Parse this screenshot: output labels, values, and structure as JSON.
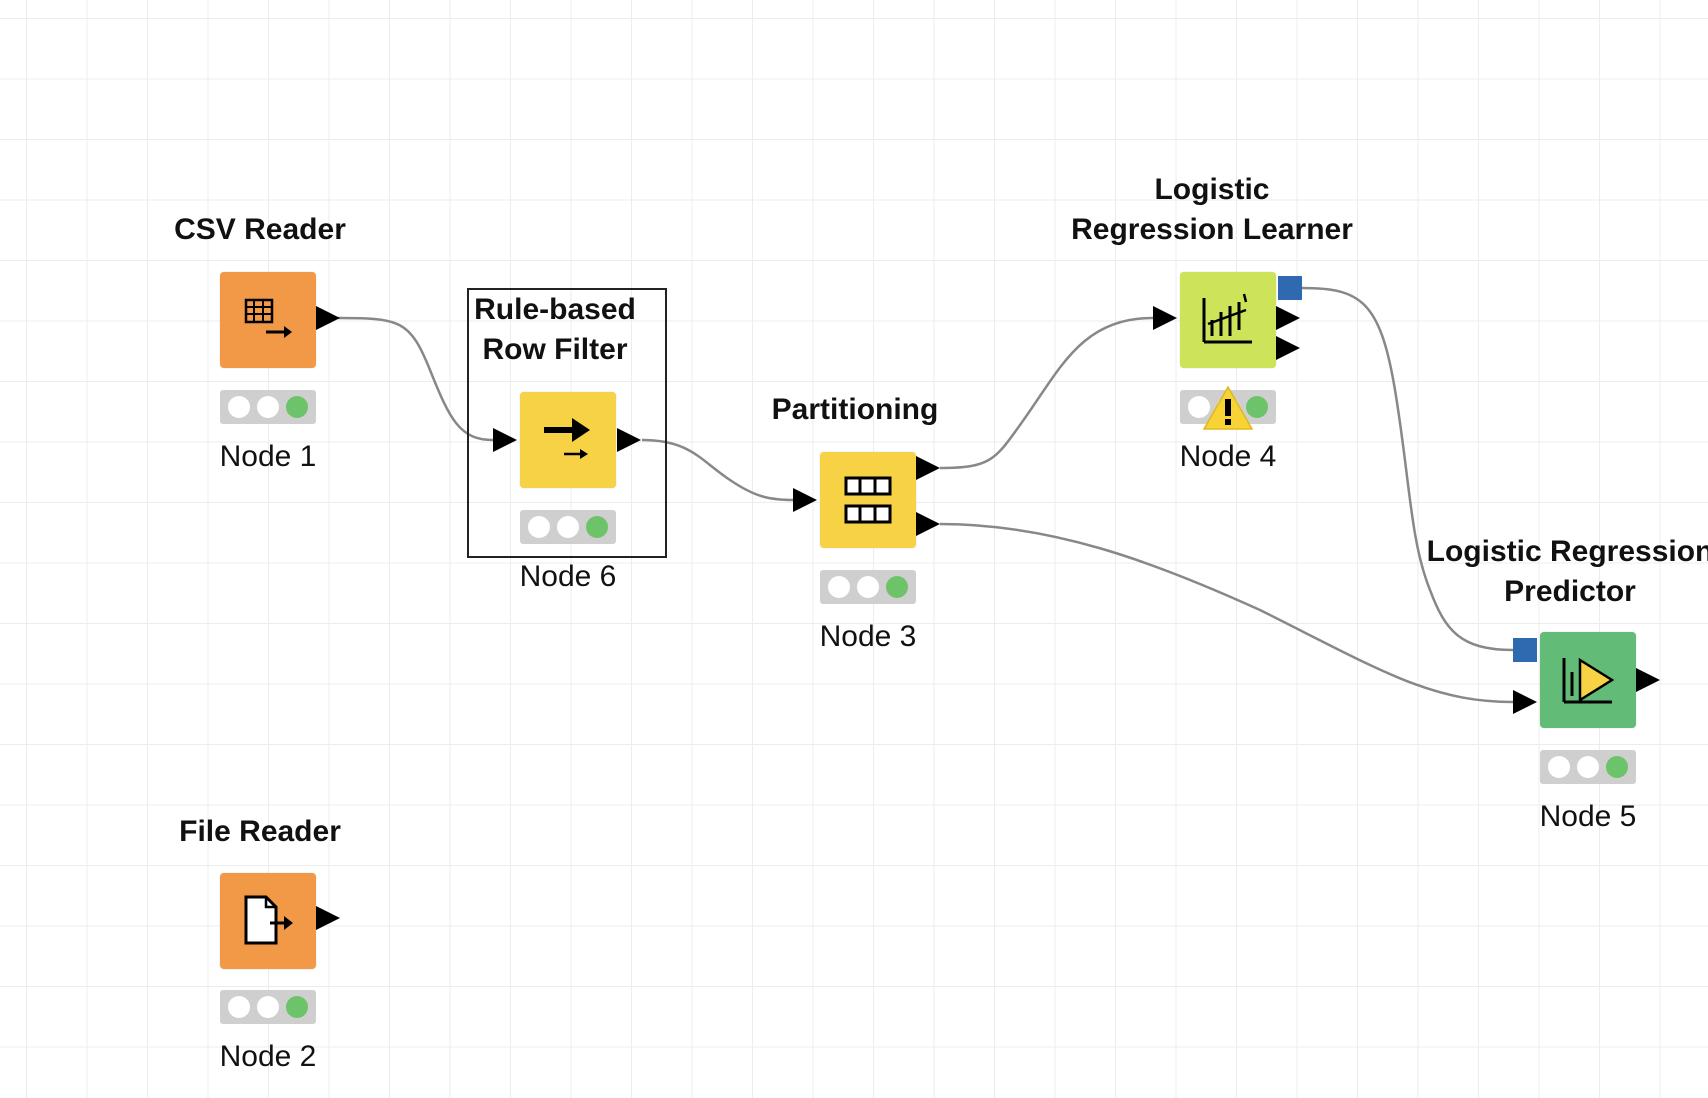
{
  "workflow": {
    "nodes": [
      {
        "id": "csv-reader",
        "title": [
          "CSV Reader"
        ],
        "label": "Node 1",
        "color": "#f29947",
        "icon": "table-arrow-icon",
        "status": "executed"
      },
      {
        "id": "file-reader",
        "title": [
          "File Reader"
        ],
        "label": "Node 2",
        "color": "#f29947",
        "icon": "file-arrow-icon",
        "status": "executed"
      },
      {
        "id": "rule-filter",
        "title": [
          "Rule-based",
          "Row Filter"
        ],
        "label": "Node 6",
        "color": "#f6d244",
        "icon": "filter-arrow-icon",
        "status": "executed",
        "selected": true
      },
      {
        "id": "partitioning",
        "title": [
          "Partitioning"
        ],
        "label": "Node 3",
        "color": "#f6d244",
        "icon": "partition-grid-icon",
        "status": "executed"
      },
      {
        "id": "lr-learner",
        "title": [
          "Logistic",
          "Regression Learner"
        ],
        "label": "Node 4",
        "color": "#cde35a",
        "icon": "learner-chart-icon",
        "status": "warning"
      },
      {
        "id": "lr-predictor",
        "title": [
          "Logistic Regression",
          "Predictor"
        ],
        "label": "Node 5",
        "color": "#62bc78",
        "icon": "predictor-play-icon",
        "status": "executed"
      }
    ],
    "colors": {
      "light_off": "#ffffff",
      "light_green": "#6cc36a",
      "warning": "#f7d335",
      "model_port": "#2f6ab0",
      "connection": "#888888"
    }
  }
}
